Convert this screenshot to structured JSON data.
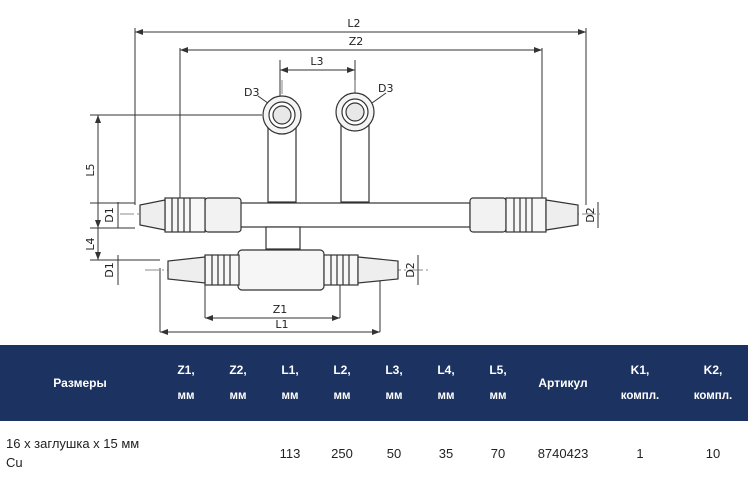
{
  "drawing": {
    "labels": {
      "L2": "L2",
      "Z2": "Z2",
      "L3": "L3",
      "D3_left": "D3",
      "D3_right": "D3",
      "L5": "L5",
      "D1_top": "D1",
      "L4": "L4",
      "D1_bottom": "D1",
      "D2_top": "D2",
      "D2_bottom": "D2",
      "Z1": "Z1",
      "L1": "L1"
    }
  },
  "table": {
    "headers": [
      {
        "name": "Размеры",
        "unit": ""
      },
      {
        "name": "Z1,",
        "unit": "мм"
      },
      {
        "name": "Z2,",
        "unit": "мм"
      },
      {
        "name": "L1,",
        "unit": "мм"
      },
      {
        "name": "L2,",
        "unit": "мм"
      },
      {
        "name": "L3,",
        "unit": "мм"
      },
      {
        "name": "L4,",
        "unit": "мм"
      },
      {
        "name": "L5,",
        "unit": "мм"
      },
      {
        "name": "Артикул",
        "unit": ""
      },
      {
        "name": "K1,",
        "unit": "компл."
      },
      {
        "name": "K2,",
        "unit": "компл."
      }
    ],
    "row": {
      "size_line1": "16 x заглушка x 15 мм",
      "size_line2": "Cu",
      "z1": "",
      "z2": "",
      "l1": "113",
      "l2": "250",
      "l3": "50",
      "l4": "35",
      "l5": "70",
      "article": "8740423",
      "k1": "1",
      "k2": "10"
    }
  }
}
